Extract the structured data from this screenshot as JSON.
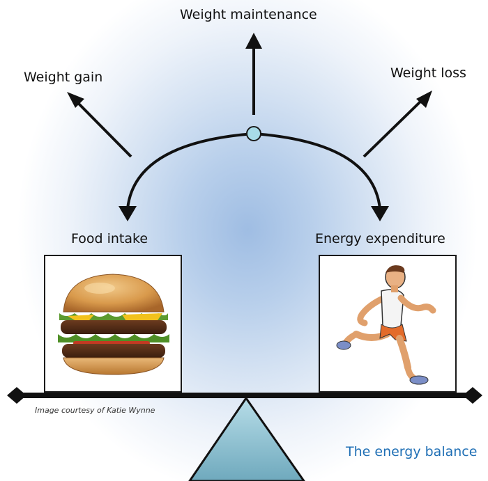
{
  "outcomes": {
    "maintenance": "Weight maintenance",
    "gain": "Weight gain",
    "loss": "Weight loss"
  },
  "sides": {
    "left": "Food intake",
    "right": "Energy expenditure"
  },
  "images": {
    "left_icon": "hamburger-icon",
    "right_icon": "runner-icon"
  },
  "credit": "Image courtesy of Katie Wynne",
  "caption": "The energy balance",
  "colors": {
    "caption": "#1f6fb5",
    "fulcrum": "#8ec3d4",
    "pivot": "#a8dbe8",
    "glow": "#9fbde3"
  }
}
